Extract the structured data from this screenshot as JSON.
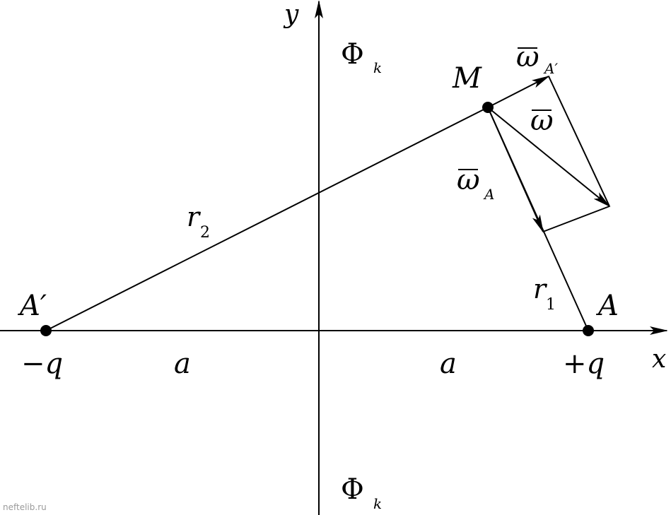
{
  "axes": {
    "x_label": "x",
    "y_label": "y"
  },
  "points": {
    "A_prime": {
      "label": "A′",
      "charge": "−q"
    },
    "A": {
      "label": "A",
      "charge": "+q"
    },
    "M": {
      "label": "M"
    }
  },
  "distances": {
    "left_a": "a",
    "right_a": "a"
  },
  "radii": {
    "r2": {
      "base": "r",
      "sub": "2"
    },
    "r1": {
      "base": "r",
      "sub": "1"
    }
  },
  "vectors": {
    "omega_A_prime": {
      "base": "ω",
      "sub": "A′"
    },
    "omega": {
      "base": "ω",
      "sub": ""
    },
    "omega_A": {
      "base": "ω",
      "sub": "A"
    }
  },
  "flux": {
    "top": {
      "base": "Φ",
      "sub": "k"
    },
    "bottom": {
      "base": "Φ",
      "sub": "k"
    }
  },
  "watermark": "neftelib.ru"
}
